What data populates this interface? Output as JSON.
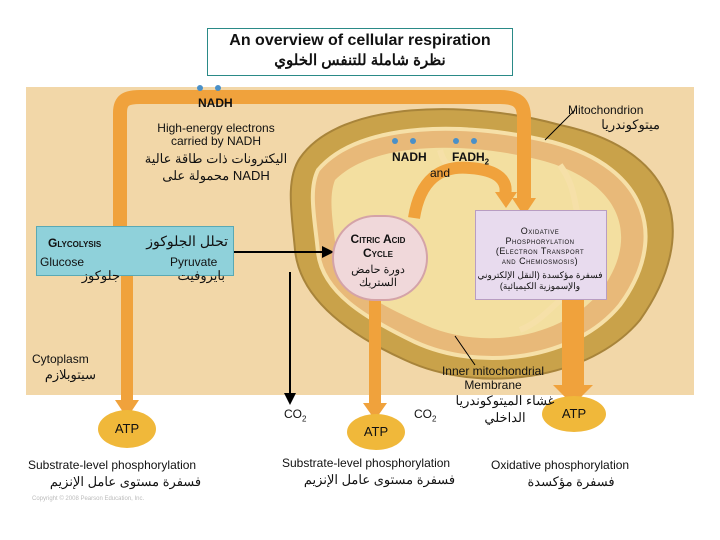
{
  "title": {
    "en": "An overview of cellular respiration",
    "ar": "نظرة شاملة للتنفس الخلوي"
  },
  "labels": {
    "nadh_top": "NADH",
    "mitochondrion_en": "Mitochondrion",
    "mitochondrion_ar": "ميتوكوندريا",
    "high_energy_en_1": "High-energy electrons",
    "high_energy_en_2": "carried by NADH",
    "high_energy_ar_1": "اليكترونات ذات طاقة عالية",
    "high_energy_ar_2": "NADH محمولة على",
    "nadh_mid": "NADH",
    "fadh2_main": "FADH",
    "fadh2_sub": "2",
    "and": "and",
    "glycolysis_en": "Glycolysis",
    "glycolysis_ar": "تحلل الجلوكوز",
    "glucose_en": "Glucose",
    "glucose_ar": "جلوكوز",
    "pyruvate_en": "Pyruvate",
    "pyruvate_ar": "بايروفيت",
    "citric_en_1": "Citric Acid",
    "citric_en_2": "Cycle",
    "citric_ar_1": "دورة حامض",
    "citric_ar_2": "الستريك",
    "oxphos_en_1": "Oxidative",
    "oxphos_en_2": "Phosphorylation",
    "oxphos_en_3": "(Electron Transport",
    "oxphos_en_4": "and Chemiosmosis)",
    "oxphos_ar_1": "فسفرة مؤكسدة (النقل الإلكتروني",
    "oxphos_ar_2": "والإسموزية الكيميائية)",
    "cytoplasm_en": "Cytoplasm",
    "cytoplasm_ar": "سيتوبلازم",
    "inner_mem_en_1": "Inner mitochondrial",
    "inner_mem_en_2": "Membrane",
    "inner_mem_ar_1": "غشاء الميتوكوندريا",
    "inner_mem_ar_2": "الداخلي",
    "co2_main": "CO",
    "co2_sub": "2",
    "atp": "ATP",
    "substrate_en": "Substrate-level phosphorylation",
    "substrate_ar": "فسفرة مستوى عامل الإنزيم",
    "oxidative_en": "Oxidative phosphorylation",
    "oxidative_ar": "فسفرة مؤكسدة",
    "copyright": "Copyright © 2008 Pearson Education, Inc."
  },
  "colors": {
    "panel": "#f2d7a8",
    "mito_outer": "#c9a24a",
    "mito_inner": "#e8b979",
    "matrix": "#f3dfa0",
    "glycolysis_box": "#8fd1da",
    "citric_box": "#f0d8da",
    "oxphos_box": "#e8dbee",
    "arrow_orange": "#f0a23c",
    "atp": "#f0b83a",
    "title_border": "#2a8a87"
  }
}
